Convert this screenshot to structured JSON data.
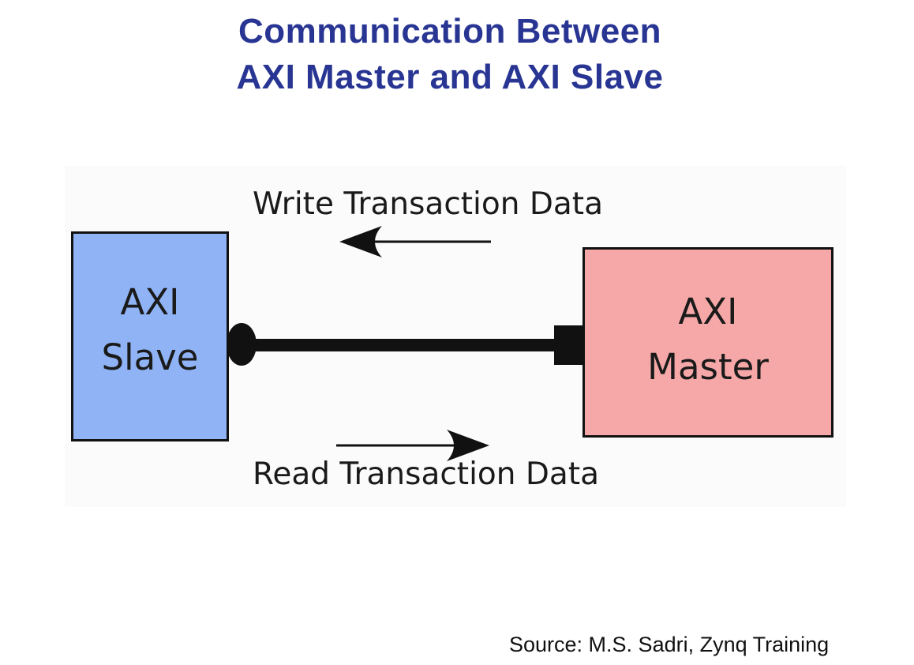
{
  "colors": {
    "title": "#283593",
    "slave_fill": "#8fb3f5",
    "master_fill": "#f6a8a8",
    "stroke": "#111111"
  },
  "title": {
    "line1": "Communication Between",
    "line2": "AXI Master and AXI Slave"
  },
  "slave": {
    "line1": "AXI",
    "line2": "Slave"
  },
  "master": {
    "line1": "AXI",
    "line2": "Master"
  },
  "write_label": "Write Transaction Data",
  "read_label": "Read Transaction Data",
  "source": "Source: M.S. Sadri, Zynq Training"
}
